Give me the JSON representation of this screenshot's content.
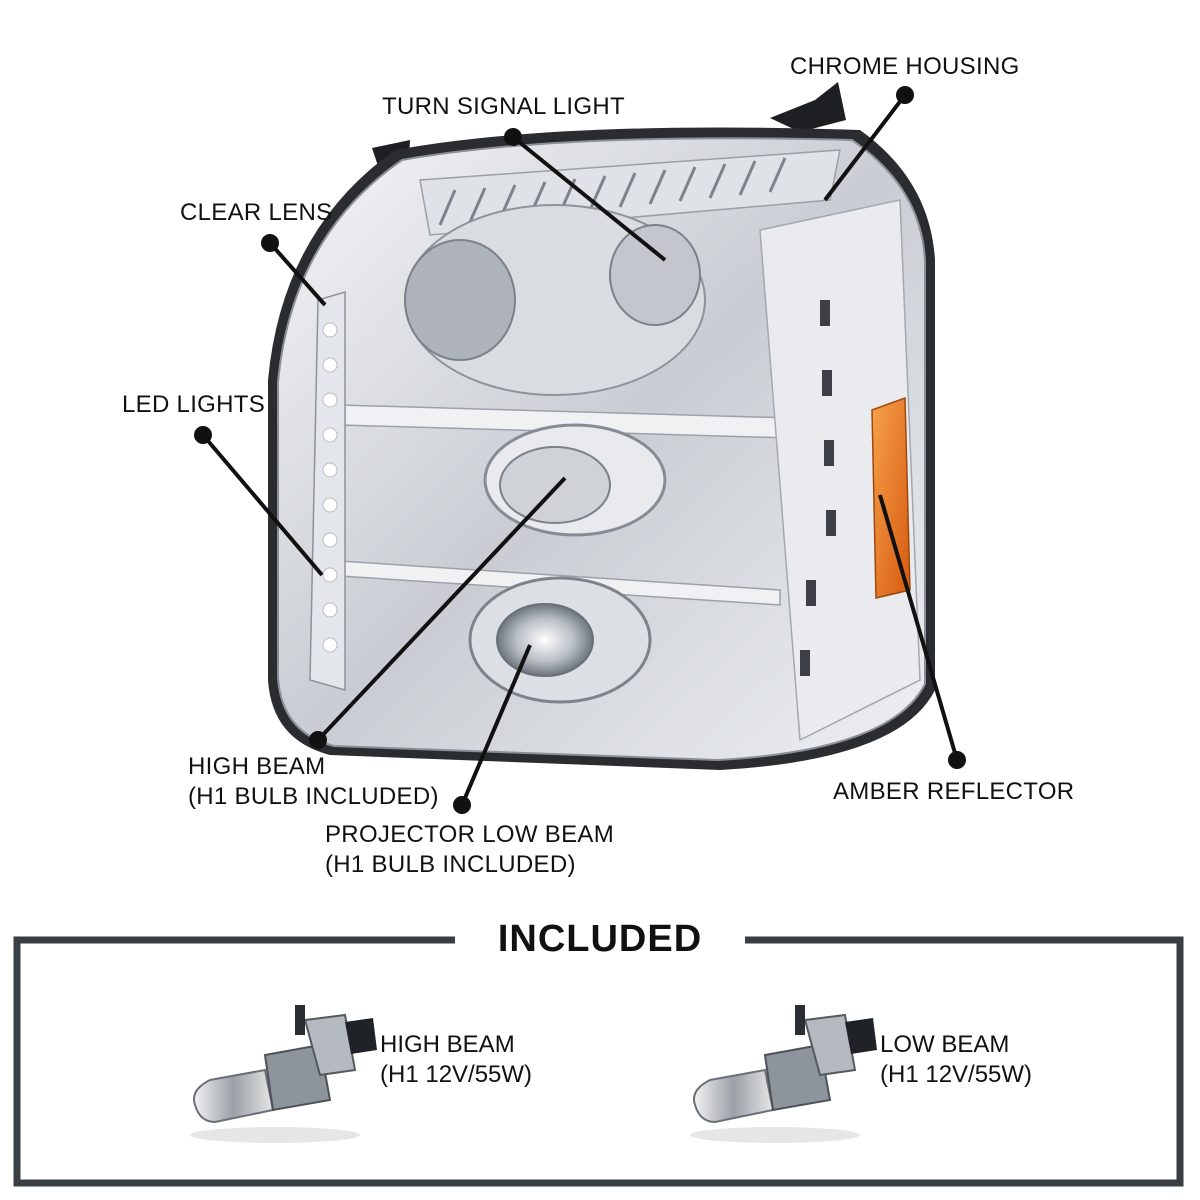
{
  "callouts": {
    "chrome_housing": "CHROME HOUSING",
    "turn_signal": "TURN SIGNAL LIGHT",
    "clear_lens": "CLEAR LENS",
    "led_lights": "LED LIGHTS",
    "high_beam": [
      "HIGH BEAM",
      "(H1 BULB INCLUDED)"
    ],
    "projector_low_beam": [
      "PROJECTOR LOW BEAM",
      "(H1 BULB INCLUDED)"
    ],
    "amber_reflector": "AMBER REFLECTOR"
  },
  "included": {
    "title": "INCLUDED",
    "bulbs": [
      {
        "line1": "HIGH BEAM",
        "line2": "(H1 12V/55W)"
      },
      {
        "line1": "LOW BEAM",
        "line2": "(H1 12V/55W)"
      }
    ]
  },
  "colors": {
    "line": "#111111",
    "frame": "#3a3f44",
    "amber": "#e8741e",
    "chrome": "#c8ccd2"
  }
}
